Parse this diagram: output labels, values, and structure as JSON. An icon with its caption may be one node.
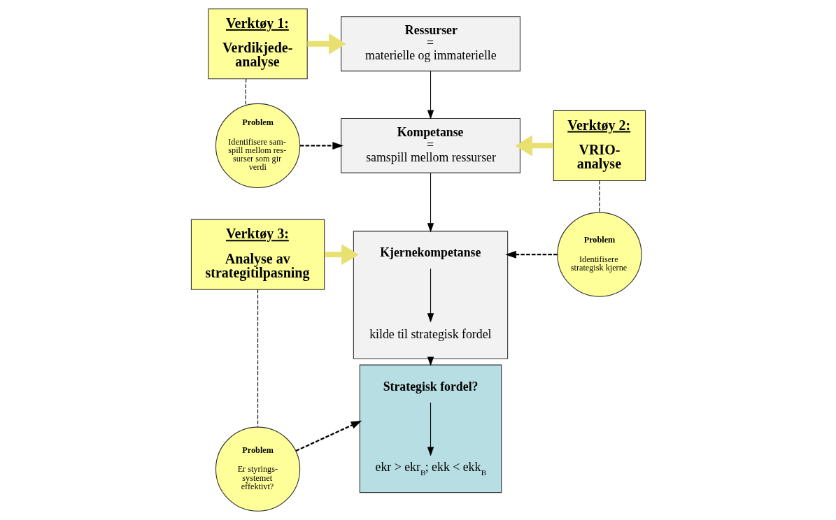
{
  "diagram": {
    "nodes": [
      {
        "text": [
          "Verktøy 1:",
          "Verdikjede- analyse"
        ]
      },
      {
        "text": [
          "Ressurser",
          "=",
          "materielle og immaterielle"
        ]
      },
      {
        "text": [
          "Problem",
          "Identifisere sam- spill mellom res- surser som gir verdi"
        ]
      },
      {
        "text": [
          "Kompetanse",
          "=",
          "samspill mellom ressurser"
        ]
      },
      {
        "text": [
          "Verktøy 2:",
          "VRIO- analyse"
        ]
      },
      {
        "text": [
          "Verktøy 3:",
          "Analyse av strategitilpasning"
        ]
      },
      {
        "text": [],
        "shape": "box"
      },
      {
        "text": [
          "Kjernekompetanse"
        ],
        "in": 6
      },
      {
        "text": [
          "kilde til strategisk fordel"
        ],
        "in": 6
      },
      {
        "text": [
          "Problem",
          "Identifisere strategisk kjerne"
        ]
      },
      {
        "text": [
          "Problem",
          "Er styrings- systemet effektivt?"
        ]
      },
      {
        "text": [],
        "shape": "box"
      },
      {
        "text": [
          "Strategisk fordel?"
        ],
        "in": 11
      },
      {
        "text": [
          "ekr > ekr$_{B}$; ekk < ekk$_{B}$"
        ],
        "in": 11
      }
    ],
    "edges": [
      {
        "from": 0,
        "to": 1,
        "arrow": "to",
        "style": "thick",
        "color": "#e8e070"
      },
      {
        "from": 0,
        "to": 2,
        "arrow": "none",
        "style": "dashed"
      },
      {
        "from": 2,
        "to": 3,
        "arrow": "to",
        "style": "dashed"
      },
      {
        "from": 1,
        "to": 3,
        "arrow": "to"
      },
      {
        "from": 4,
        "to": 3,
        "arrow": "to",
        "style": "thick",
        "color": "#e8e070"
      },
      {
        "from": 4,
        "to": 9,
        "arrow": "none",
        "style": "dashed"
      },
      {
        "from": 3,
        "to": 6,
        "arrow": "to"
      },
      {
        "from": 7,
        "to": 8,
        "arrow": "to"
      },
      {
        "from": 5,
        "to": 6,
        "arrow": "to",
        "style": "thick",
        "color": "#e8e070"
      },
      {
        "from": 9,
        "to": 6,
        "arrow": "to",
        "style": "dashed"
      },
      {
        "from": 5,
        "to": 10,
        "arrow": "none",
        "style": "dashed"
      },
      {
        "from": 6,
        "to": 11,
        "arrow": "to"
      },
      {
        "from": 12,
        "to": 13,
        "arrow": "to"
      },
      {
        "from": 10,
        "to": 11,
        "arrow": "to",
        "style": "dashed"
      }
    ]
  }
}
